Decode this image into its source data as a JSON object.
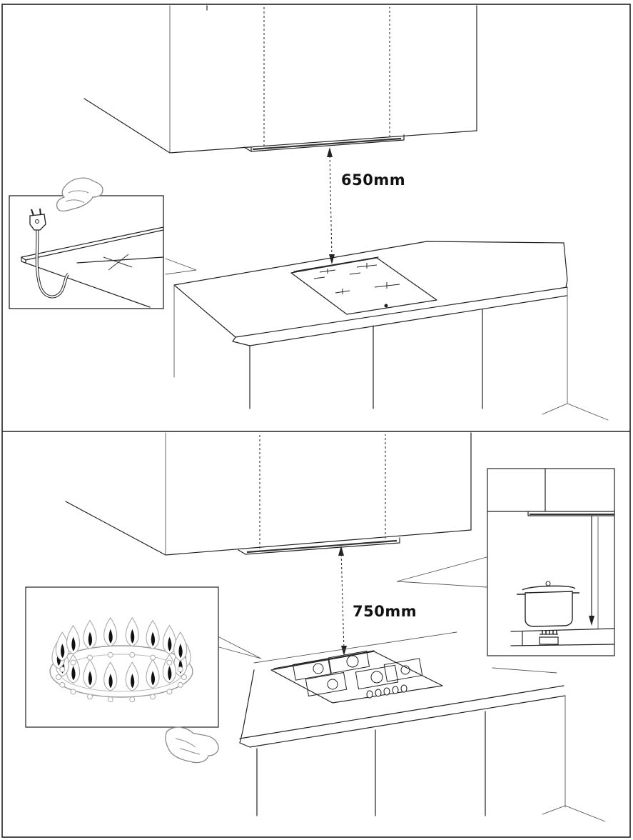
{
  "panels": [
    {
      "id": "induction",
      "distance_label": "650mm"
    },
    {
      "id": "gas",
      "distance_label": "750mm"
    }
  ],
  "icons": [
    "electric-plug-icon",
    "pointing-hand-icon",
    "flame-ring-icon",
    "cooking-pot-icon"
  ]
}
